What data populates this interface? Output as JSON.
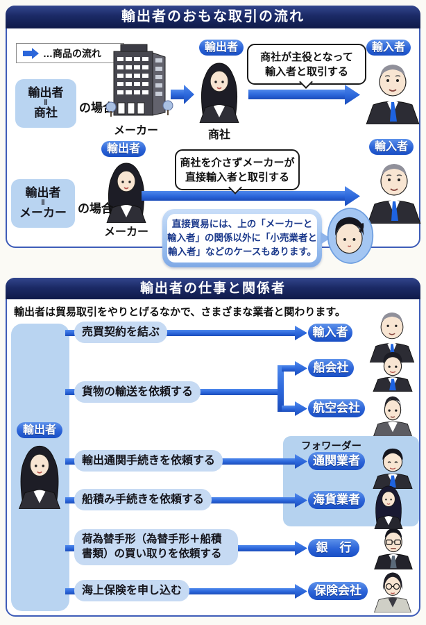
{
  "colors": {
    "accent_blue": "#2b66da",
    "navy_header": "#16245e",
    "light_blue": "#b9d4f1",
    "badge_blue": "#1a4fc4",
    "note_text_blue": "#1c3a8c"
  },
  "panel1": {
    "title": "輸出者のおもな取引の流れ",
    "legend": {
      "label": "…商品の流れ"
    },
    "case1": {
      "box_top": "輸出者",
      "box_eq": "‖",
      "box_bottom": "商社",
      "suffix": "の場合",
      "maker_label": "メーカー",
      "exporter_badge": "輸出者",
      "person_label": "商社",
      "bubble_line1": "商社が主役となって",
      "bubble_line2": "輸入者と取引する",
      "importer_badge": "輸入者"
    },
    "case2": {
      "box_top": "輸出者",
      "box_eq": "‖",
      "box_bottom": "メーカー",
      "suffix": "の場合",
      "exporter_badge": "輸出者",
      "person_label": "メーカー",
      "bubble_line1": "商社を介さずメーカーが",
      "bubble_line2": "直接輸入者と取引する",
      "importer_badge": "輸入者"
    },
    "note": {
      "line1": "直接貿易には、上の「メーカーと",
      "line2": "輸入者」の関係以外に「小売業者と",
      "line3": "輸入者」などのケースもあります。"
    }
  },
  "panel2": {
    "title": "輸出者の仕事と関係者",
    "intro": "輸出者は貿易取引をやりとげるなかで、さまざまな業者と関わります。",
    "exporter_badge": "輸出者",
    "forwarder_label": "フォワーダー",
    "rows": [
      {
        "task": "売買契約を結ぶ",
        "partner": "輸入者"
      },
      {
        "task": "貨物の輸送を依頼する",
        "partner_a": "船会社",
        "partner_b": "航空会社"
      },
      {
        "task": "輸出通関手続きを依頼する",
        "partner": "通関業者"
      },
      {
        "task": "船積み手続きを依頼する",
        "partner": "海貨業者"
      },
      {
        "task": "荷為替手形（為替手形＋船積書類）の買い取りを依頼する",
        "partner": "銀　行"
      },
      {
        "task": "海上保険を申し込む",
        "partner": "保険会社"
      }
    ]
  }
}
